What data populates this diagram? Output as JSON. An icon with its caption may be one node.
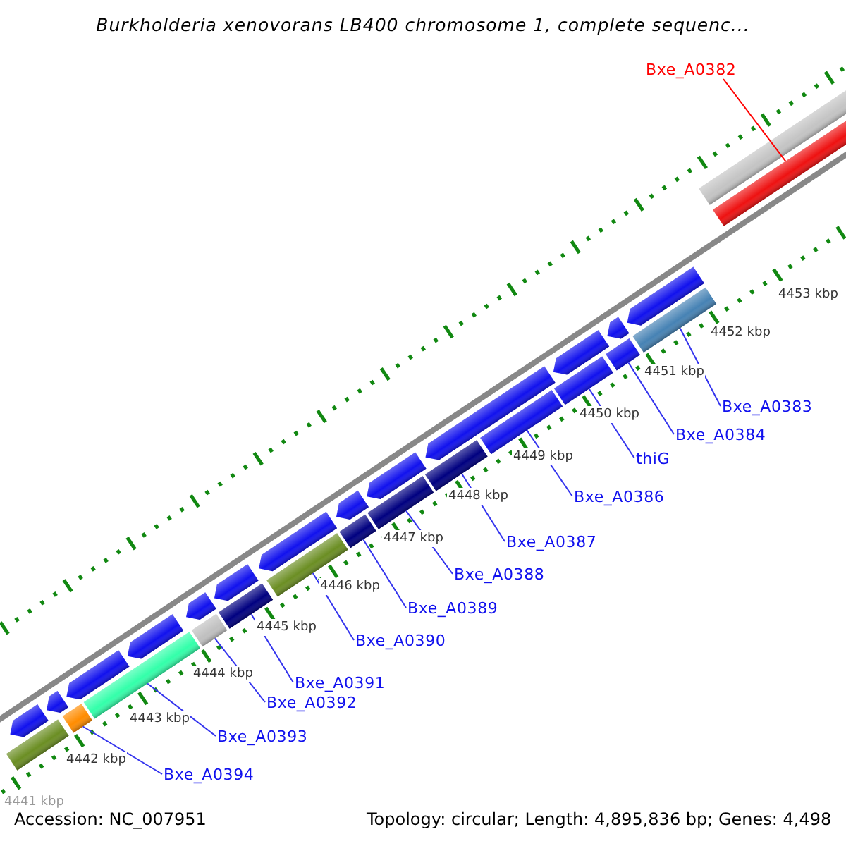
{
  "diagram": {
    "title": "Burkholderia xenovorans LB400 chromosome 1, complete sequenc...",
    "nodes": [
      {
        "text": [
          "Bxe_A0382"
        ]
      },
      {
        "text": [
          "Bxe_A0383"
        ]
      },
      {
        "text": [
          "Bxe_A0384"
        ]
      },
      {
        "text": [
          "thiG"
        ]
      },
      {
        "text": [
          "Bxe_A0386"
        ]
      },
      {
        "text": [
          "Bxe_A0387"
        ]
      },
      {
        "text": [
          "Bxe_A0388"
        ]
      },
      {
        "text": [
          "Bxe_A0389"
        ]
      },
      {
        "text": [
          "Bxe_A0390"
        ]
      },
      {
        "text": [
          "Bxe_A0391"
        ]
      },
      {
        "text": [
          "Bxe_A0392"
        ]
      },
      {
        "text": [
          "Bxe_A0393"
        ]
      },
      {
        "text": [
          "Bxe_A0394"
        ]
      },
      {
        "text": [],
        "shape": "bar"
      },
      {
        "text": [],
        "shape": "pentagon"
      },
      {
        "text": [],
        "shape": "pentagon"
      },
      {
        "text": [],
        "shape": "pentagon"
      },
      {
        "text": [],
        "shape": "pentagon"
      },
      {
        "text": [],
        "shape": "pentagon"
      },
      {
        "text": [],
        "shape": "pentagon"
      },
      {
        "text": [],
        "shape": "pentagon"
      },
      {
        "text": [],
        "shape": "pentagon"
      },
      {
        "text": [],
        "shape": "pentagon"
      },
      {
        "text": [],
        "shape": "pentagon"
      },
      {
        "text": [],
        "shape": "pentagon"
      },
      {
        "text": [],
        "shape": "pentagon"
      },
      {
        "text": [],
        "shape": "pentagon"
      },
      {
        "text": [],
        "shape": "pentagon"
      },
      {
        "text": [],
        "shape": "bar"
      },
      {
        "text": [],
        "shape": "bar"
      },
      {
        "text": [],
        "shape": "bar"
      },
      {
        "text": [],
        "shape": "bar"
      },
      {
        "text": [],
        "shape": "bar"
      },
      {
        "text": [],
        "shape": "bar"
      },
      {
        "text": [],
        "shape": "bar"
      },
      {
        "text": [],
        "shape": "bar"
      },
      {
        "text": [],
        "shape": "bar"
      },
      {
        "text": [],
        "shape": "bar"
      },
      {
        "text": [],
        "shape": "bar"
      },
      {
        "text": [],
        "shape": "bar"
      },
      {
        "text": [],
        "shape": "bar"
      }
    ],
    "edges": [
      {
        "from": 0,
        "to": 14,
        "arrow": "none",
        "color": "#ff0000"
      },
      {
        "from": 1,
        "to": 40,
        "arrow": "none"
      },
      {
        "from": 2,
        "to": 39,
        "arrow": "none"
      },
      {
        "from": 3,
        "to": 38,
        "arrow": "none"
      },
      {
        "from": 4,
        "to": 37,
        "arrow": "none"
      },
      {
        "from": 5,
        "to": 36,
        "arrow": "none"
      },
      {
        "from": 6,
        "to": 35,
        "arrow": "none"
      },
      {
        "from": 7,
        "to": 34,
        "arrow": "none"
      },
      {
        "from": 8,
        "to": 33,
        "arrow": "none"
      },
      {
        "from": 9,
        "to": 32,
        "arrow": "none"
      },
      {
        "from": 10,
        "to": 31,
        "arrow": "none"
      },
      {
        "from": 11,
        "to": 30,
        "arrow": "none"
      },
      {
        "from": 12,
        "to": 29,
        "arrow": "none"
      }
    ],
    "labels": [
      "4453 kbp",
      "4452 kbp",
      "4451 kbp",
      "4450 kbp",
      "4449 kbp",
      "4448 kbp",
      "4447 kbp",
      "4446 kbp",
      "4445 kbp",
      "4444 kbp",
      "4443 kbp",
      "4442 kbp",
      "4441 kbp",
      "Accession: NC_007951",
      "Topology: circular; Length: 4,895,836 bp; Genes: 4,498"
    ]
  }
}
